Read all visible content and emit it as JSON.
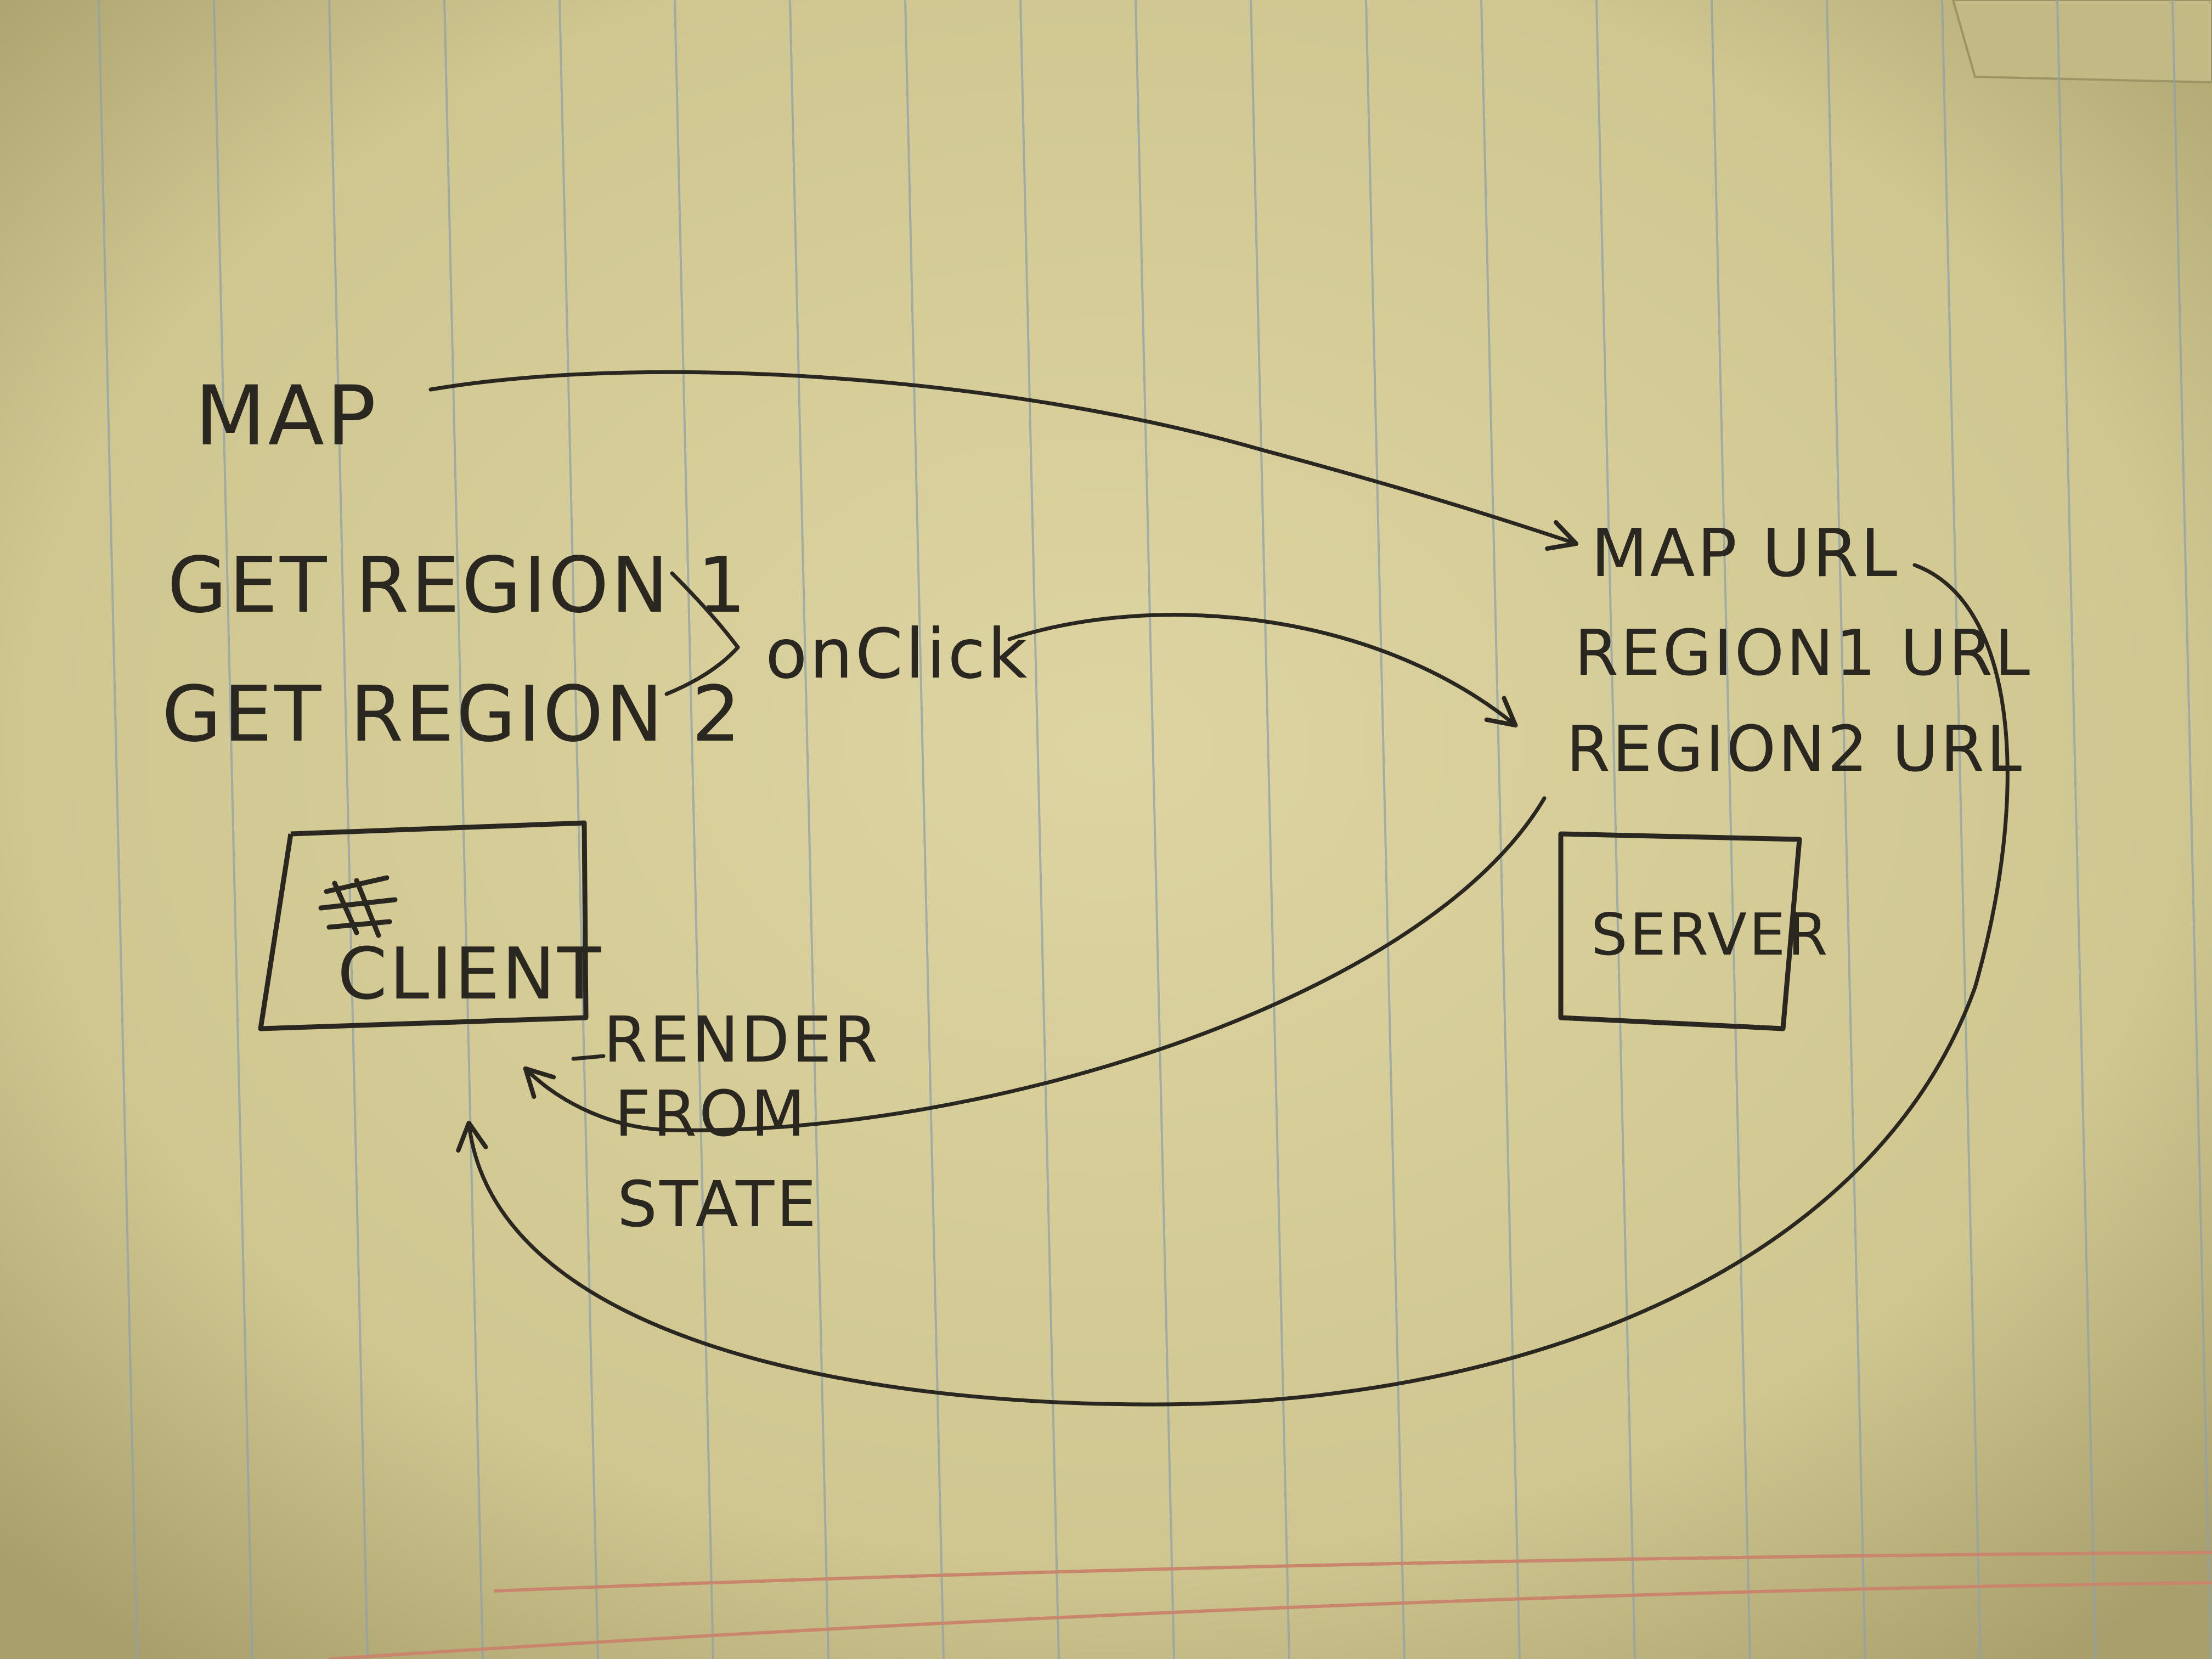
{
  "colors": {
    "paper": "#d8cf9c",
    "paper_shadow": "#a89f6c",
    "rule_line": "#8fa3a8",
    "margin_line": "#c9866c",
    "ink": "#2a2620"
  },
  "diagram": {
    "labels": {
      "map": "MAP",
      "get_region_1": "GET REGION 1",
      "get_region_2": "GET REGION 2",
      "on_click": "onClick",
      "map_url": "MAP URL",
      "region1_url": "REGION1 URL",
      "region2_url": "REGION2 URL",
      "render_line_1": "RENDER",
      "render_line_2": "FROM",
      "render_line_3": "STATE"
    },
    "client_box": {
      "label": "CLIENT"
    },
    "server_box": {
      "label": "SERVER"
    }
  }
}
